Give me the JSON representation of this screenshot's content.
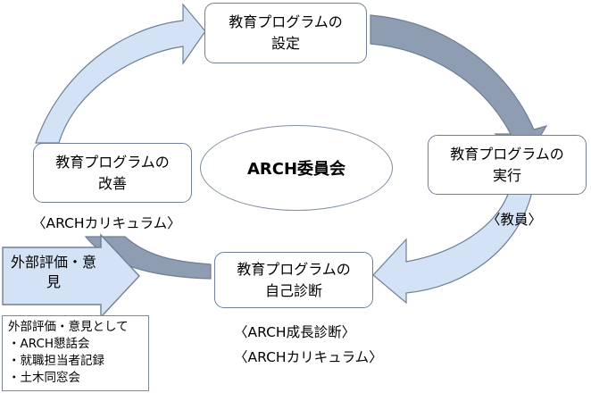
{
  "diagram": {
    "center": {
      "label": "ARCH委員会"
    },
    "steps": [
      {
        "id": "setting",
        "lines": [
          "教育プログラムの",
          "設定"
        ]
      },
      {
        "id": "execution",
        "lines": [
          "教育プログラムの",
          "実行"
        ],
        "caption": "〈教員〉"
      },
      {
        "id": "self-diagnosis",
        "lines": [
          "教育プログラムの",
          "自己診断"
        ],
        "captions": [
          "〈ARCH成長診断〉",
          "〈ARCHカリキュラム〉"
        ]
      },
      {
        "id": "improvement",
        "lines": [
          "教育プログラムの",
          "改善"
        ],
        "caption": "〈ARCHカリキュラム〉"
      }
    ],
    "external": {
      "callout_label": "外部評価・意見",
      "list_title": "外部評価・意見として",
      "list_items": [
        "・ARCH懇話会",
        "・就職担当者記録",
        "・土木同窓会"
      ]
    },
    "colors": {
      "arrow_dark": "#8e9db2",
      "arrow_light": "#d3e2f5",
      "box_border": "#6e7f96",
      "callout_fill": "#d3e2f5"
    }
  }
}
